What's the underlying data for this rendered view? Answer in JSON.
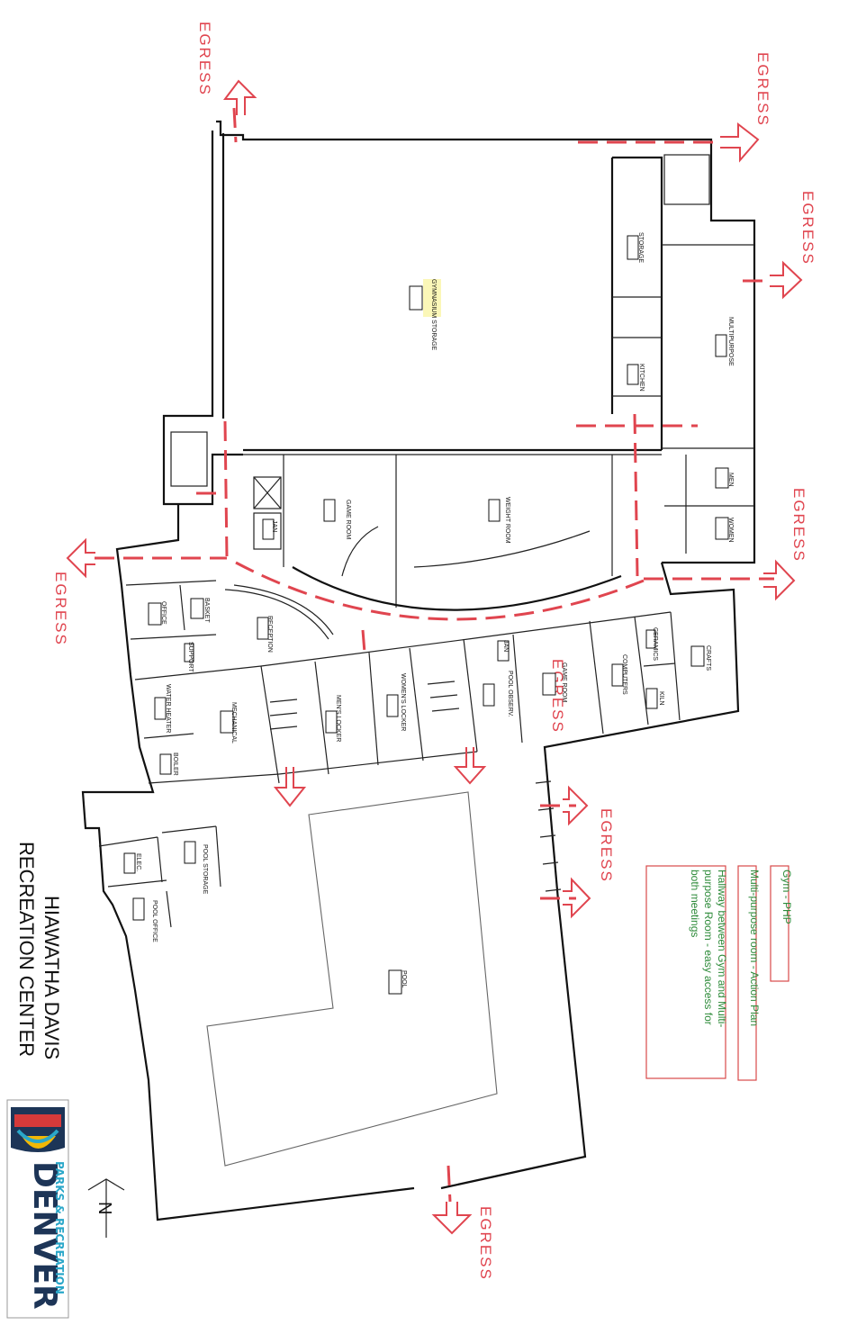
{
  "title": {
    "line1": "HIAWATHA DAVIS",
    "line2": "RECREATION CENTER"
  },
  "logo": {
    "word": "DENVER",
    "sub": "PARKS & RECREATION",
    "colors": {
      "navy": "#1d3557",
      "red": "#d63a3a",
      "blue": "#2aa7c9",
      "yellow": "#f2b705"
    }
  },
  "north_label": "N",
  "egress_label": "EGRESS",
  "egress_color": "#e0454f",
  "rooms": {
    "gym_storage": "GYMNASIUM STORAGE",
    "storage": "STORAGE",
    "multipurpose": "MULTIPURPOSE",
    "kitchen": "KITCHEN",
    "men": "MEN",
    "women": "WOMEN",
    "game_room": "GAME ROOM",
    "weight_room": "WEIGHT ROOM",
    "jan": "JAN",
    "jan2": "JAN",
    "office": "OFFICE",
    "basket": "BASKET",
    "support": "SUPPORT",
    "reception": "RECEPTION",
    "water_heater": "WATER HEATER",
    "mechanical": "MECHANICAL",
    "boiler": "BOILER",
    "mens_locker": "MEN'S LOCKER",
    "womens_locker": "WOMEN'S LOCKER",
    "pool_observ": "POOL OBSERV.",
    "gameroom2": "GAME ROOM",
    "computers": "COMPUTERS",
    "ceramics": "CERAMICS",
    "kiln": "KILN",
    "crafts": "CRAFTS",
    "elec": "ELEC.",
    "pool_storage": "POOL STORAGE",
    "pool_office": "POOL OFFICE",
    "pool": "POOL"
  },
  "legend": {
    "gym": "Gym - PHP",
    "multipurpose": "Multi-purpose room - Action Plan",
    "hallway_l1": "Hallway between Gym and Multi-",
    "hallway_l2": "purpose Room - easy access for",
    "hallway_l3": "both meetings"
  }
}
